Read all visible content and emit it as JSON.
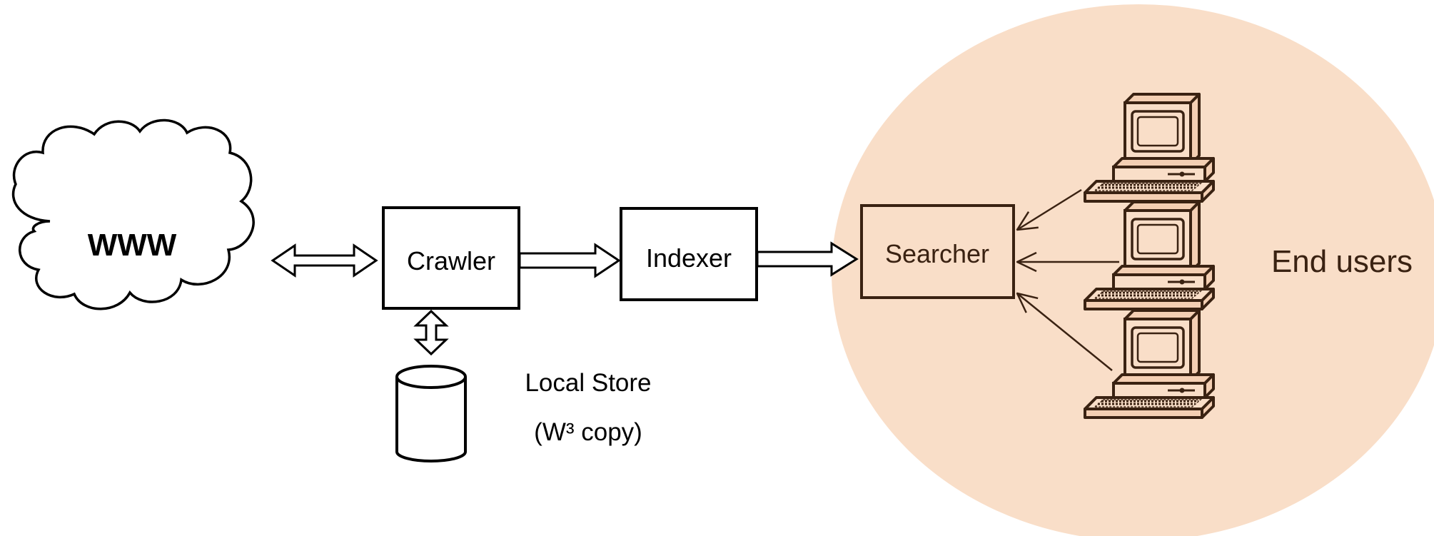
{
  "diagram": {
    "www_label": "WWW",
    "crawler_label": "Crawler",
    "indexer_label": "Indexer",
    "searcher_label": "Searcher",
    "local_store_label": "Local Store",
    "local_store_sublabel": "(W³ copy)",
    "end_users_label": "End users"
  },
  "colors": {
    "end_user_region": "#f9dec8",
    "end_user_ink": "#3a2212",
    "line": "#000000"
  },
  "icons": [
    "cloud-icon",
    "database-icon",
    "computer-icon"
  ]
}
